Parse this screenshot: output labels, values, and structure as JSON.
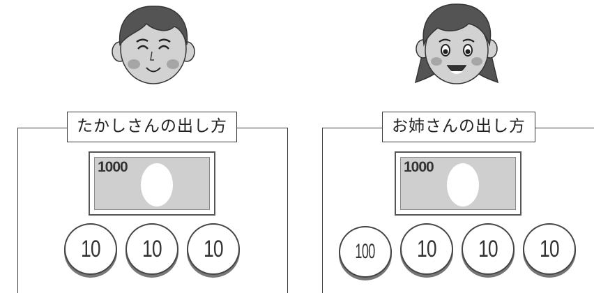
{
  "takashi": {
    "title": "たかしさんの出し方",
    "bill": "1000",
    "coins": [
      "10",
      "10",
      "10"
    ]
  },
  "sister": {
    "title": "お姉さんの出し方",
    "bill": "1000",
    "coins": [
      "100",
      "10",
      "10",
      "10"
    ]
  },
  "colors": {
    "skin": "#d2d2d2",
    "hair": "#545454",
    "cheek": "#a6a6a6",
    "bill": "#cfcfcf",
    "line": "#3a3a3a"
  },
  "icons": [
    "boy-face-icon",
    "girl-face-icon",
    "bill-icon",
    "coin-icon"
  ]
}
